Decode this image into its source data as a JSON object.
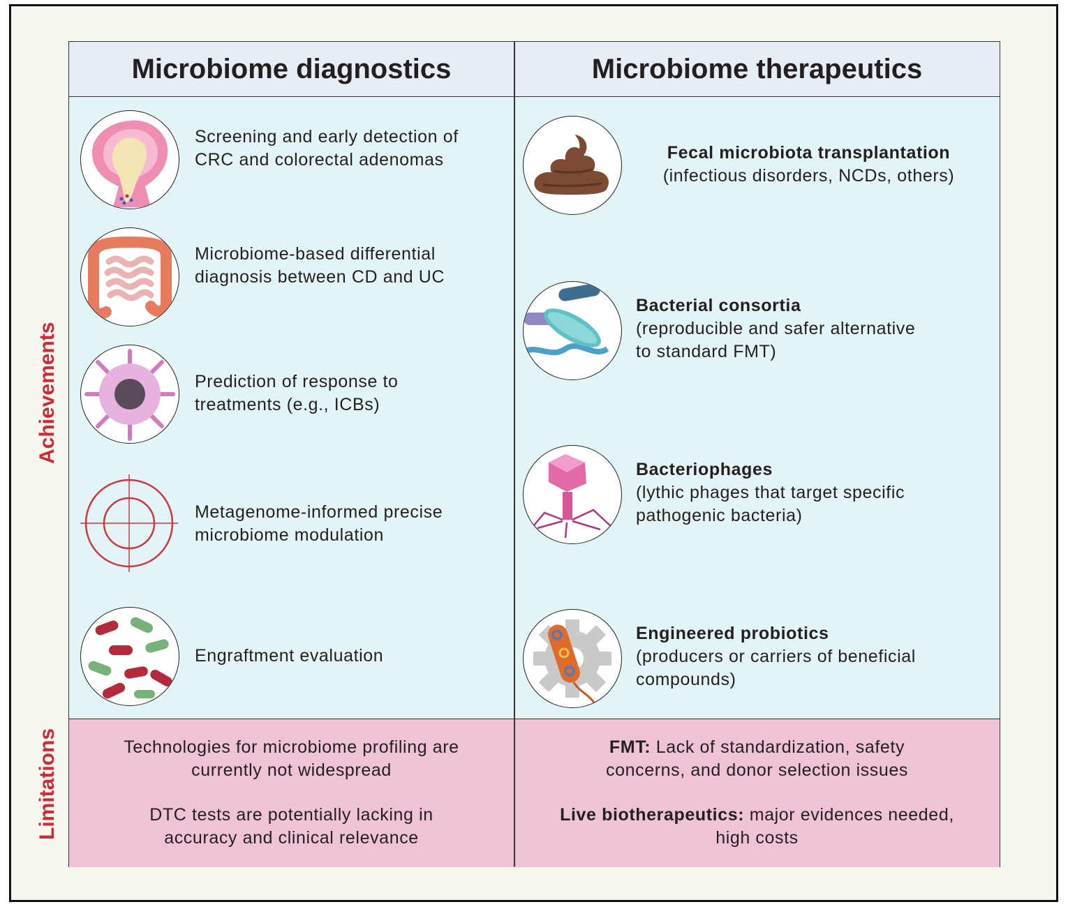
{
  "side_labels": {
    "achievements": "Achievements",
    "limitations": "Limitations"
  },
  "columns": {
    "diagnostics": "Microbiome diagnostics",
    "therapeutics": "Microbiome therapeutics"
  },
  "diagnostics_items": [
    {
      "icon": "tumor-icon",
      "line1": "Screening and early detection of",
      "line2": "CRC and colorectal adenomas"
    },
    {
      "icon": "intestine-icon",
      "line1": "Microbiome-based differential",
      "line2": "diagnosis between CD and UC"
    },
    {
      "icon": "immune-cell-icon",
      "line1": "Prediction of response to",
      "line2": "treatments (e.g., ICBs)"
    },
    {
      "icon": "target-icon",
      "line1": "Metagenome-informed precise",
      "line2": "microbiome modulation"
    },
    {
      "icon": "bacteria-icon",
      "line1": "Engraftment evaluation"
    }
  ],
  "therapeutics_items": [
    {
      "icon": "stool-icon",
      "title": "Fecal microbiota transplantation",
      "line1": "(infectious disorders, NCDs, others)"
    },
    {
      "icon": "bacterial-consortia-icon",
      "title": "Bacterial consortia",
      "line1": "(reproducible and safer alternative",
      "line2": "to standard FMT)"
    },
    {
      "icon": "bacteriophage-icon",
      "title": "Bacteriophages",
      "line1": "(lythic phages that target specific",
      "line2": "pathogenic bacteria)"
    },
    {
      "icon": "engineered-probiotic-icon",
      "title": "Engineered probiotics",
      "line1": "(producers or carriers of beneficial",
      "line2": "compounds)"
    }
  ],
  "limitations": {
    "diagnostics": [
      {
        "line1": "Technologies for microbiome profiling are",
        "line2": "currently not widespread"
      },
      {
        "line1": "DTC tests are potentially lacking in",
        "line2": "accuracy and clinical relevance"
      }
    ],
    "therapeutics": [
      {
        "bold": "FMT:",
        "rest": " Lack of standardization, safety",
        "line2": "concerns, and donor selection issues"
      },
      {
        "bold": "Live biotherapeutics:",
        "rest": " major evidences needed,",
        "line2": "high costs"
      }
    ]
  },
  "colors": {
    "accent_red": "#cc2b36",
    "achievements_bg": "#e3f4f7",
    "limitations_bg": "#efc3d5",
    "header_bg": "#e6edf5"
  }
}
